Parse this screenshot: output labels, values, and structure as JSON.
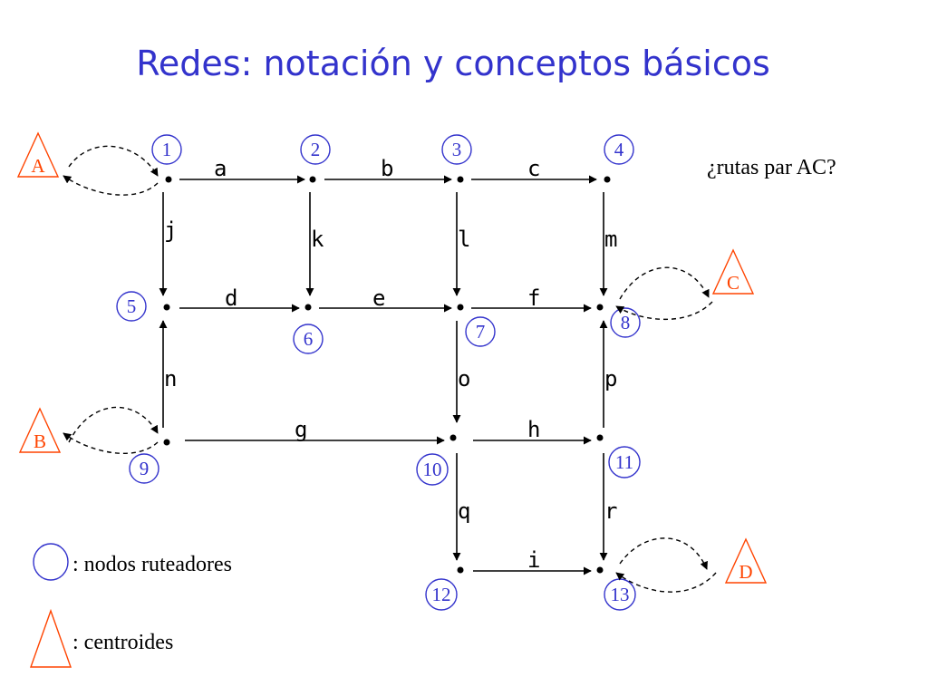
{
  "title": "Redes: notación y conceptos básicos",
  "question": "¿rutas par AC?",
  "colors": {
    "node_circle": "#3333cc",
    "centroid": "#ff4400",
    "edges": "#000000",
    "title": "#3333cc"
  },
  "nodes": [
    "1",
    "2",
    "3",
    "4",
    "5",
    "6",
    "7",
    "8",
    "9",
    "10",
    "11",
    "12",
    "13"
  ],
  "edge_labels": {
    "a": "a",
    "b": "b",
    "c": "c",
    "d": "d",
    "e": "e",
    "f": "f",
    "g": "g",
    "h": "h",
    "i": "i",
    "j": "j",
    "k": "k",
    "l": "l",
    "m": "m",
    "n": "n",
    "o": "o",
    "p": "p",
    "q": "q",
    "r": "r"
  },
  "edges": [
    {
      "label": "a",
      "from": "1",
      "to": "2"
    },
    {
      "label": "b",
      "from": "2",
      "to": "3"
    },
    {
      "label": "c",
      "from": "3",
      "to": "4"
    },
    {
      "label": "d",
      "from": "5",
      "to": "6"
    },
    {
      "label": "e",
      "from": "6",
      "to": "7"
    },
    {
      "label": "f",
      "from": "7",
      "to": "8"
    },
    {
      "label": "g",
      "from": "9",
      "to": "10"
    },
    {
      "label": "h",
      "from": "10",
      "to": "11"
    },
    {
      "label": "i",
      "from": "12",
      "to": "13"
    },
    {
      "label": "j",
      "from": "1",
      "to": "5"
    },
    {
      "label": "k",
      "from": "2",
      "to": "6"
    },
    {
      "label": "l",
      "from": "3",
      "to": "7"
    },
    {
      "label": "m",
      "from": "4",
      "to": "8"
    },
    {
      "label": "n",
      "from": "9",
      "to": "5"
    },
    {
      "label": "o",
      "from": "7",
      "to": "10"
    },
    {
      "label": "p",
      "from": "11",
      "to": "8"
    },
    {
      "label": "q",
      "from": "10",
      "to": "12"
    },
    {
      "label": "r",
      "from": "11",
      "to": "13"
    }
  ],
  "centroids": [
    {
      "label": "A",
      "node": "1"
    },
    {
      "label": "B",
      "node": "9"
    },
    {
      "label": "C",
      "node": "8"
    },
    {
      "label": "D",
      "node": "13"
    }
  ],
  "legend": {
    "router_nodes": ": nodos ruteadores",
    "centroids": ": centroides"
  }
}
